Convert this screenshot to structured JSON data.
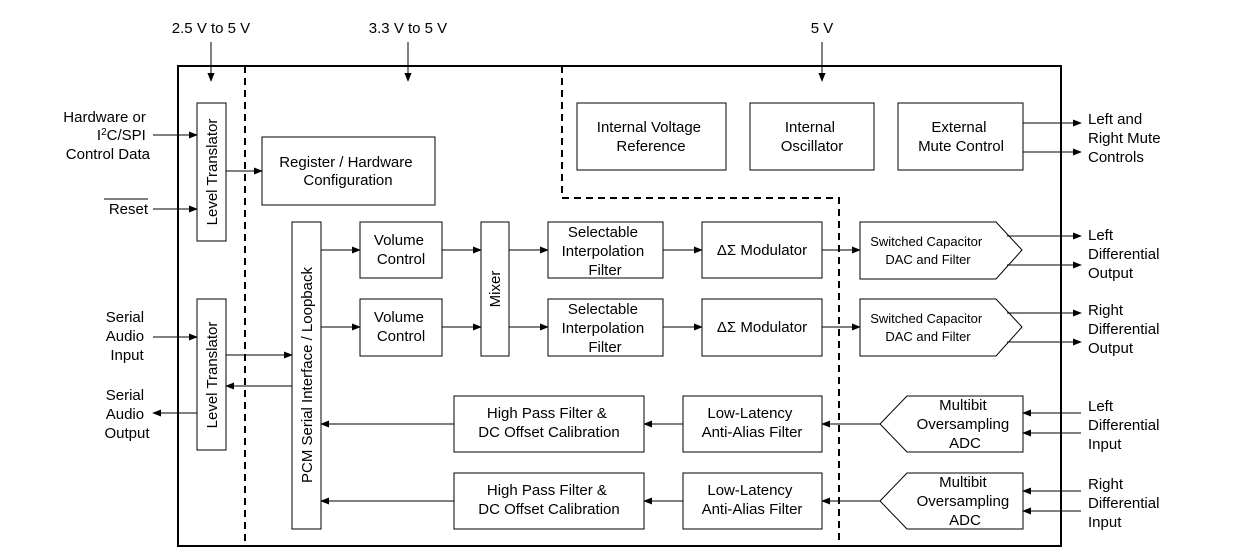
{
  "supply": {
    "level_translator_domain": "2.5 V to 5 V",
    "digital_domain": "3.3 V to 5 V",
    "analog_domain": "5 V"
  },
  "inputs": {
    "control_data": [
      "Hardware or",
      "I",
      "2",
      "C/SPI",
      "Control Data"
    ],
    "reset": "Reset",
    "serial_audio_input": [
      "Serial",
      "Audio",
      "Input"
    ],
    "serial_audio_output": [
      "Serial",
      "Audio",
      "Output"
    ]
  },
  "blocks": {
    "level_translator": "Level Translator",
    "register_config": [
      "Register / Hardware",
      "Configuration"
    ],
    "pcm_interface": "PCM Serial Interface / Loopback",
    "volume_control": [
      "Volume",
      "Control"
    ],
    "mixer": "Mixer",
    "interpolation_filter": [
      "Selectable",
      "Interpolation",
      "Filter"
    ],
    "delta_sigma": "ΔΣ Modulator",
    "dac": [
      "Switched Capacitor",
      "DAC and Filter"
    ],
    "voltage_reference": [
      "Internal Voltage",
      "Reference"
    ],
    "oscillator": [
      "Internal",
      "Oscillator"
    ],
    "mute_control": [
      "External",
      "Mute Control"
    ],
    "hpf": [
      "High Pass Filter &",
      "DC Offset Calibration"
    ],
    "anti_alias": [
      "Low-Latency",
      "Anti-Alias Filter"
    ],
    "adc": [
      "Multibit",
      "Oversampling",
      "ADC"
    ]
  },
  "outputs": {
    "mute_controls": [
      "Left and",
      "Right Mute",
      "Controls"
    ],
    "left_diff_output": [
      "Left",
      "Differential",
      "Output"
    ],
    "right_diff_output": [
      "Right",
      "Differential",
      "Output"
    ],
    "left_diff_input": [
      "Left",
      "Differential",
      "Input"
    ],
    "right_diff_input": [
      "Right",
      "Differential",
      "Input"
    ]
  }
}
